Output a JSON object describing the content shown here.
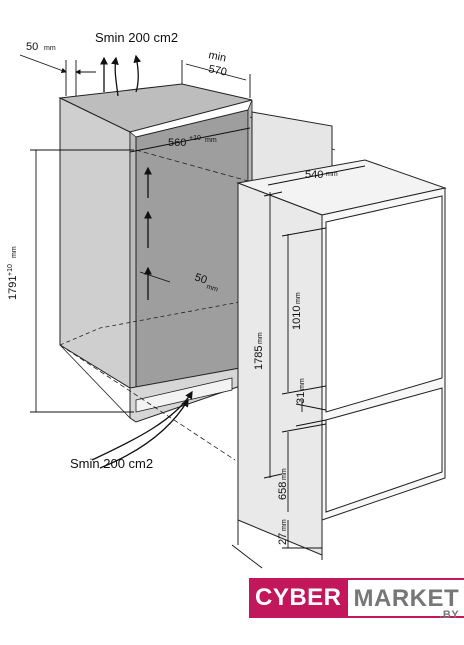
{
  "labels": {
    "vent_top": "Smin 200 cm2",
    "vent_bottom": "Smin 200 cm2",
    "gap_top": "50",
    "gap_top_unit": "mm",
    "depth_min_word": "min",
    "depth_min_value": "570",
    "niche_width": "560",
    "niche_width_tol": "+10",
    "niche_width_unit": "mm",
    "appliance_width": "540",
    "appliance_width_unit": "mm",
    "niche_height": "1791",
    "niche_height_tol": "+10",
    "niche_height_unit": "mm",
    "appliance_height": "1785",
    "appliance_height_unit": "mm",
    "upper_door": "1010",
    "upper_door_unit": "mm",
    "rear_gap": "50",
    "rear_gap_unit": "mm",
    "mid_gap": "31",
    "mid_gap_unit": "mm",
    "lower_door": "658",
    "lower_door_unit": "mm",
    "bottom_gap": "27",
    "bottom_gap_unit": "mm"
  },
  "logo": {
    "part1": "CYBER",
    "part2": "MARKET",
    "tld": ".BY",
    "colors": {
      "brand": "#c2185b",
      "gray": "#777777"
    }
  }
}
